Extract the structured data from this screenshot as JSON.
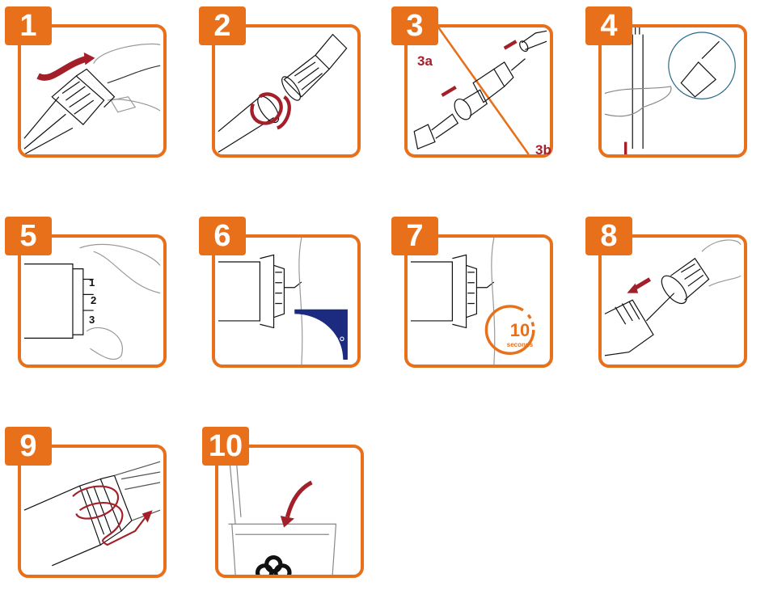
{
  "colors": {
    "accent": "#e8701a",
    "arrow": "#a31f2a",
    "angle": "#1c2a80"
  },
  "steps": [
    {
      "number": "1"
    },
    {
      "number": "2"
    },
    {
      "number": "3",
      "sub_a": "3a",
      "sub_b": "3b"
    },
    {
      "number": "4"
    },
    {
      "number": "5",
      "dial": [
        "1",
        "2",
        "3"
      ]
    },
    {
      "number": "6",
      "angle": "90°"
    },
    {
      "number": "7",
      "timer_value": "10",
      "timer_unit": "seconds"
    },
    {
      "number": "8"
    },
    {
      "number": "9"
    },
    {
      "number": "10"
    }
  ]
}
